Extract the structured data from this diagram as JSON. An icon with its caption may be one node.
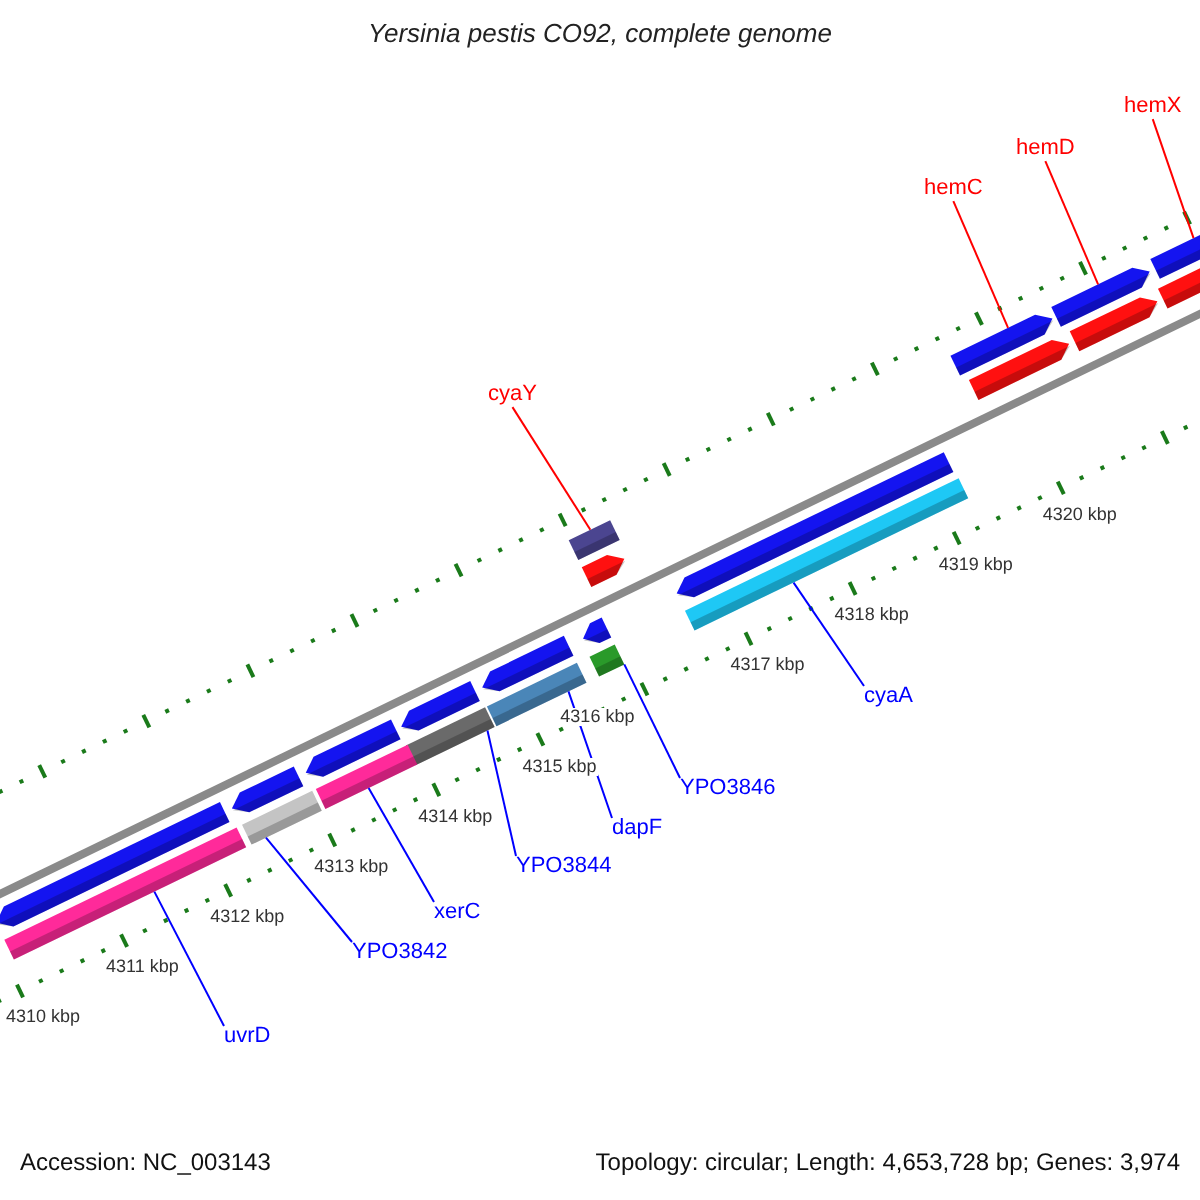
{
  "diagram": {
    "title": "Yersinia pestis CO92, complete genome",
    "nodes": [
      {
        "text": [
          "hemX"
        ]
      },
      {
        "text": [
          "hemD"
        ]
      },
      {
        "text": [
          "hemC"
        ]
      },
      {
        "text": [
          "cyaY"
        ]
      },
      {
        "text": [
          "cyaA"
        ]
      },
      {
        "text": [
          "YPO3846"
        ]
      },
      {
        "text": [
          "dapF"
        ]
      },
      {
        "text": [
          "YPO3844"
        ]
      },
      {
        "text": [
          "xerC"
        ]
      },
      {
        "text": [
          "YPO3842"
        ]
      },
      {
        "text": [
          "uvrD"
        ]
      },
      {
        "text": [],
        "shape": "bar"
      },
      {
        "text": [],
        "shape": "bar"
      },
      {
        "text": [],
        "shape": "bar"
      },
      {
        "text": [],
        "shape": "bar"
      },
      {
        "text": [],
        "shape": "bar"
      },
      {
        "text": [],
        "shape": "bar"
      },
      {
        "text": [],
        "shape": "bar"
      },
      {
        "text": [],
        "shape": "bar"
      },
      {
        "text": [],
        "shape": "bar"
      },
      {
        "text": [],
        "shape": "bar"
      },
      {
        "text": [],
        "shape": "bar"
      },
      {
        "text": [],
        "shape": "bar"
      },
      {
        "text": [],
        "shape": "bar"
      },
      {
        "text": [],
        "shape": "bar"
      },
      {
        "text": [],
        "shape": "bar"
      },
      {
        "text": [],
        "shape": "bar"
      },
      {
        "text": [],
        "shape": "bar"
      },
      {
        "text": [],
        "shape": "bar"
      },
      {
        "text": [],
        "shape": "bar"
      },
      {
        "text": [],
        "shape": "bar"
      },
      {
        "text": [],
        "shape": "bar"
      },
      {
        "text": [],
        "shape": "bar"
      }
    ],
    "edges": [
      {
        "from": 0,
        "to": 11,
        "arrow": "none",
        "color": "#ff0000"
      },
      {
        "from": 1,
        "to": 12,
        "arrow": "none",
        "color": "#ff0000"
      },
      {
        "from": 2,
        "to": 13,
        "arrow": "none",
        "color": "#ff0000"
      },
      {
        "from": 3,
        "to": 14,
        "arrow": "none",
        "color": "#ff0000"
      },
      {
        "from": 4,
        "to": 15,
        "arrow": "none"
      },
      {
        "from": 5,
        "to": 16,
        "arrow": "none"
      },
      {
        "from": 6,
        "to": 17,
        "arrow": "none"
      },
      {
        "from": 7,
        "to": 18,
        "arrow": "none"
      },
      {
        "from": 8,
        "to": 19,
        "arrow": "none"
      },
      {
        "from": 9,
        "to": 20,
        "arrow": "none"
      },
      {
        "from": 10,
        "to": 21,
        "arrow": "none"
      }
    ],
    "labels": [
      "4310 kbp",
      "4311 kbp",
      "4312 kbp",
      "4313 kbp",
      "4314 kbp",
      "4315 kbp",
      "4316 kbp",
      "4317 kbp",
      "4318 kbp",
      "4319 kbp",
      "4320 kbp",
      "Accession: NC_003143",
      "Topology: circular; Length: 4,653,728 bp; Genes: 3,974"
    ]
  }
}
